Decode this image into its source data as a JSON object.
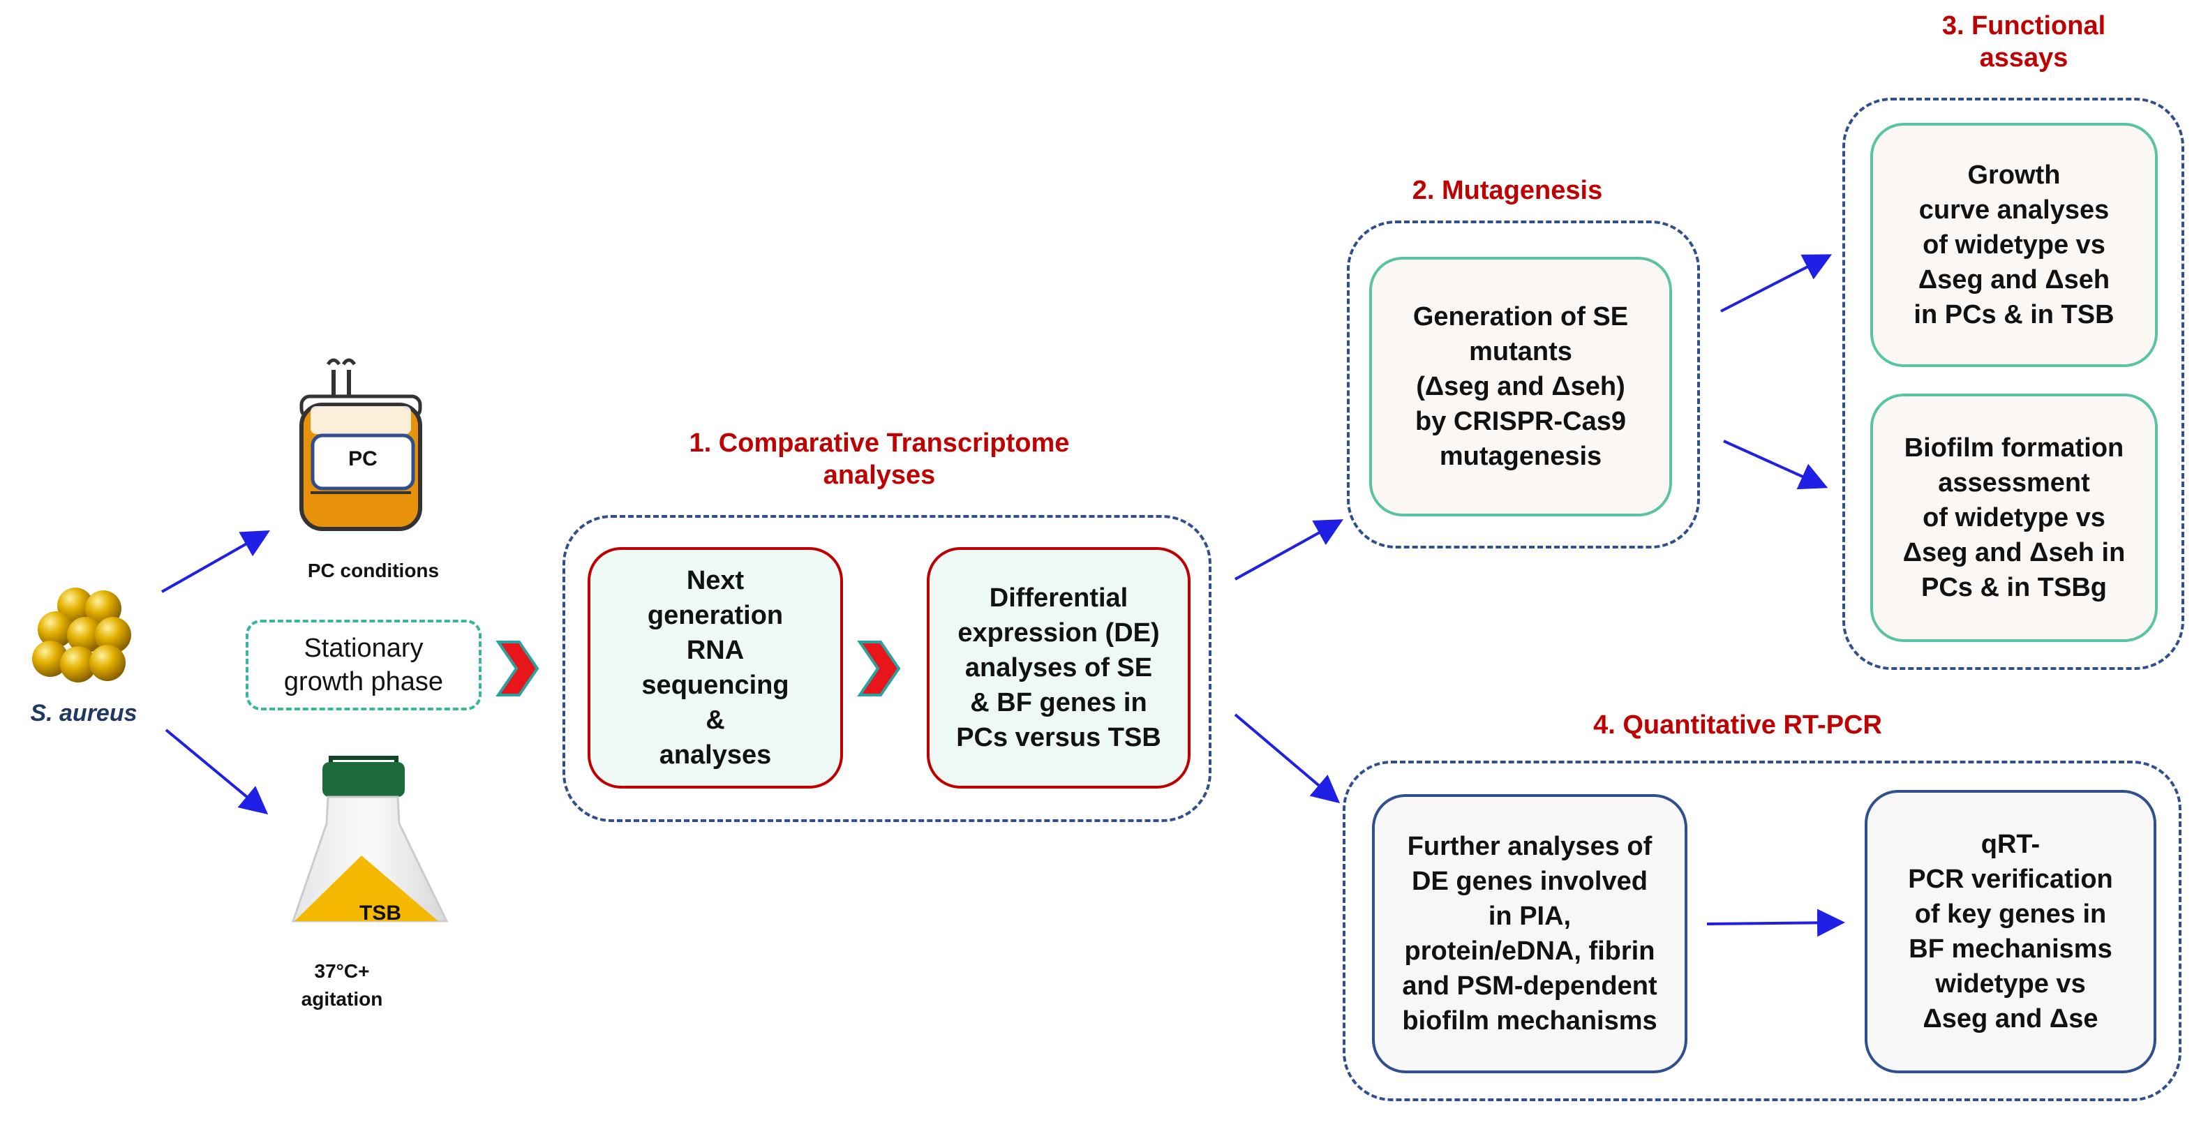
{
  "organism_label": "S. aureus",
  "pc_bag_label": "PC",
  "pc_conditions_label": "PC conditions",
  "tsb_flask_label": "TSB",
  "tsb_conditions_label": "37°C+\nagitation",
  "stationary_label": "Stationary\ngrowth phase",
  "step1": {
    "heading": "1. Comparative Transcriptome\nanalyses",
    "box_a": "Next\ngeneration\nRNA\nsequencing\n&\nanalyses",
    "box_b": "Differential\nexpression (DE)\nanalyses of SE\n& BF genes in\nPCs versus TSB"
  },
  "step2": {
    "heading": "2. Mutagenesis",
    "box": "Generation of SE\nmutants\n(Δseg and Δseh)\nby CRISPR-Cas9\nmutagenesis"
  },
  "step3": {
    "heading": "3. Functional\nassays",
    "box_a": "Growth\ncurve analyses\nof widetype vs\nΔseg and Δseh\nin PCs & in TSB",
    "box_b": "Biofilm formation\nassessment\nof widetype vs\nΔseg and Δseh in\nPCs & in TSBg"
  },
  "step4": {
    "heading": "4. Quantitative RT-PCR",
    "box_a": "Further analyses of\nDE genes involved\nin PIA,\nprotein/eDNA, fibrin\nand PSM-dependent\nbiofilm mechanisms",
    "box_b": "qRT-\nPCR verification\nof key genes in\nBF mechanisms\nwidetype vs\nΔseg and Δse"
  },
  "colors": {
    "heading_red": "#c00000",
    "dash_blue": "#2f4f8f",
    "arrow_blue": "#1f1fe6",
    "card_red_border": "#c00000",
    "card_teal_border": "#5ac3a5",
    "bag_orange": "#e8920c",
    "flask_cap": "#1d6b3a",
    "flask_liquid": "#f5b800",
    "cocci_gold": "#e0a800"
  }
}
